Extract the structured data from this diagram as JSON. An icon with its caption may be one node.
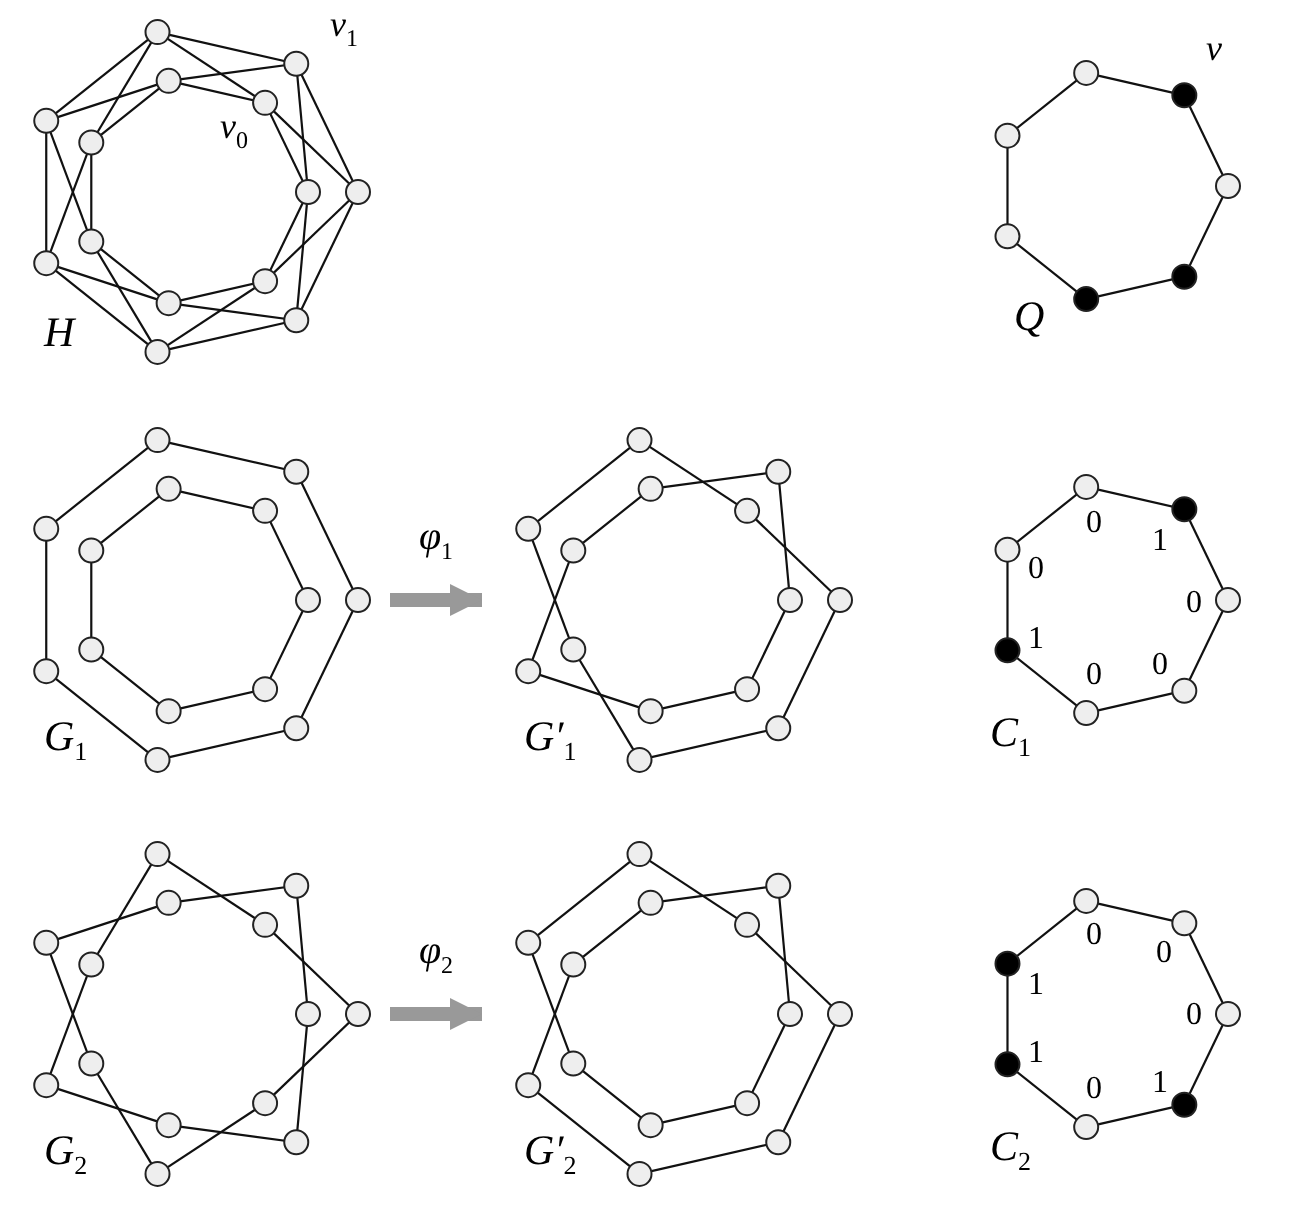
{
  "diagram": {
    "nodes": [
      {
        "text": [
          "H"
        ]
      },
      {
        "text": [
          "Q"
        ]
      },
      {
        "text": [
          "G$_{1}$"
        ]
      },
      {
        "text": [
          "G′$_{1}$"
        ]
      },
      {
        "text": [
          "C$_{1}$"
        ]
      },
      {
        "text": [
          "G$_{2}$"
        ]
      },
      {
        "text": [
          "G′$_{2}$"
        ]
      },
      {
        "text": [
          "C$_{2}$"
        ]
      }
    ],
    "edges": [
      {
        "from": 2,
        "to": 3,
        "arrow": "to",
        "label": "φ$_{1}$"
      },
      {
        "from": 5,
        "to": 6,
        "arrow": "to",
        "label": "φ$_{2}$"
      }
    ],
    "labels": [
      "v$_{1}$",
      "v$_{0}$",
      "v",
      "0",
      "1",
      "0",
      "0",
      "0",
      "1",
      "0",
      "0",
      "0",
      "0",
      "1",
      "0",
      "1",
      "1"
    ]
  }
}
